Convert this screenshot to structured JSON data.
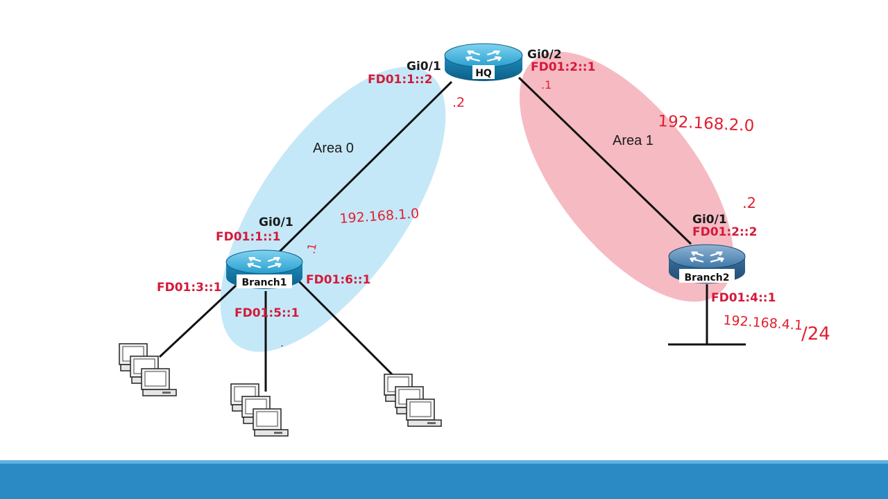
{
  "colors": {
    "area0": "#bfe6f7",
    "area1": "#f6b6c0",
    "address": "#d31a3a",
    "annotation": "#e0202f",
    "footer": "#2b8ac4"
  },
  "areas": {
    "area0": "Area 0",
    "area1": "Area 1"
  },
  "routers": {
    "hq": "HQ",
    "branch1": "Branch1",
    "branch2": "Branch2"
  },
  "interfaces": {
    "hq_gi01": "Gi0/1",
    "hq_gi01_addr": "FD01:1::2",
    "hq_gi02": "Gi0/2",
    "hq_gi02_addr": "FD01:2::1",
    "b1_gi01": "Gi0/1",
    "b1_gi01_addr": "FD01:1::1",
    "b1_lan1_addr": "FD01:3::1",
    "b1_lan2_addr": "FD01:5::1",
    "b1_lan3_addr": "FD01:6::1",
    "b2_gi01": "Gi0/1",
    "b2_gi01_addr": "FD01:2::2",
    "b2_lan_addr": "FD01:4::1"
  },
  "annotations": {
    "net_area0": "192.168.1.0",
    "net_area1": "192.168.2.0",
    "hq_host_area0": ".2",
    "hq_host_area1": ".1",
    "b1_host": ".1",
    "b2_host": ".2",
    "b2_lan_net": "192.168.4.1",
    "b2_lan_mask": "/24",
    "dot": "."
  }
}
